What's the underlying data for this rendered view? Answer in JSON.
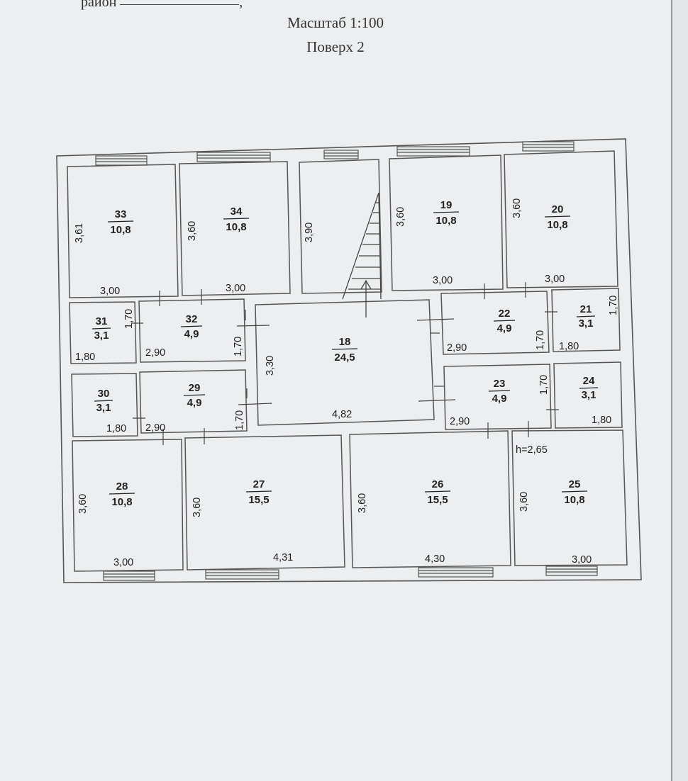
{
  "header": {
    "district_label": "район",
    "scale": "Масштаб 1:100",
    "floor": "Поверх 2"
  },
  "ceiling_height": "h=2,65",
  "rooms": [
    {
      "id": "33",
      "area": "10,8",
      "dims": [
        "3,61",
        "3,00"
      ]
    },
    {
      "id": "34",
      "area": "10,8",
      "dims": [
        "3,60",
        "3,00"
      ]
    },
    {
      "id": "stair",
      "area": "",
      "dims": [
        "3,90"
      ]
    },
    {
      "id": "19",
      "area": "10,8",
      "dims": [
        "3,60",
        "3,00"
      ]
    },
    {
      "id": "20",
      "area": "10,8",
      "dims": [
        "3,60",
        "3,00"
      ]
    },
    {
      "id": "31",
      "area": "3,1",
      "dims": [
        "1,70",
        "1,80"
      ]
    },
    {
      "id": "32",
      "area": "4,9",
      "dims": [
        "2,90",
        "1,70"
      ]
    },
    {
      "id": "18",
      "area": "24,5",
      "dims": [
        "3,30",
        "4,82"
      ]
    },
    {
      "id": "22",
      "area": "4,9",
      "dims": [
        "2,90",
        "1,70"
      ]
    },
    {
      "id": "21",
      "area": "3,1",
      "dims": [
        "1,70",
        "1,80"
      ]
    },
    {
      "id": "30",
      "area": "3,1",
      "dims": [
        "1,80"
      ]
    },
    {
      "id": "29",
      "area": "4,9",
      "dims": [
        "2,90",
        "1,70"
      ]
    },
    {
      "id": "23",
      "area": "4,9",
      "dims": [
        "1,70",
        "2,90"
      ]
    },
    {
      "id": "24",
      "area": "3,1",
      "dims": [
        "1,80"
      ]
    },
    {
      "id": "28",
      "area": "10,8",
      "dims": [
        "3,60",
        "3,00"
      ]
    },
    {
      "id": "27",
      "area": "15,5",
      "dims": [
        "3,60",
        "4,31"
      ]
    },
    {
      "id": "26",
      "area": "15,5",
      "dims": [
        "3,60",
        "4,30"
      ]
    },
    {
      "id": "25",
      "area": "10,8",
      "dims": [
        "3,60",
        "3,00"
      ]
    }
  ]
}
